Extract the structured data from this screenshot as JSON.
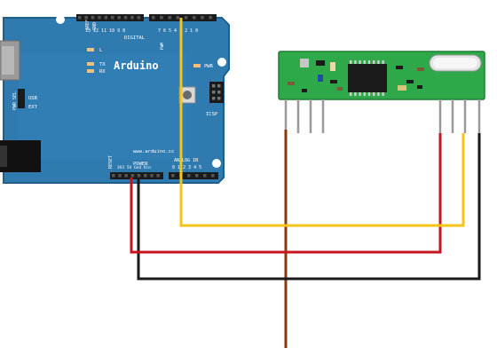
{
  "arduino": {
    "brand": "Arduino",
    "url": "www.arduino.cc",
    "digital_label": "DIGITAL",
    "aref_label": "AREF",
    "gnd_label": "GND",
    "top_numbers": "13 12 11 10 9 8",
    "top_numbers_right": "7 6 5 4 3 2 1 0",
    "tx_label": "TX",
    "rx_label": "RX",
    "l_label": "L",
    "pwr_label": "PWR",
    "pwr_sel_label": "PWR SEL",
    "usb_label": "USB",
    "ext_label": "EXT",
    "icsp_label": "ICSP",
    "reset_label": "RESET",
    "power_label": "POWER",
    "power_pins": "3V3 5V Gnd Vin",
    "analog_label": "ANALOG IN",
    "analog_pins": "0 1 2 3 4 5",
    "pwm_label": "PWM"
  },
  "wires": [
    {
      "name": "yellow-data-wire",
      "color": "#f5c518"
    },
    {
      "name": "red-5v-wire",
      "color": "#c8141e"
    },
    {
      "name": "black-gnd-wire",
      "color": "#1a1a1a"
    },
    {
      "name": "brown-antenna-wire",
      "color": "#8b3a0e"
    }
  ],
  "colors": {
    "board_blue": "#2f7bb0",
    "board_edge": "#1f5f8e",
    "module_green": "#2fa84a",
    "header_black": "#1b1b1b"
  }
}
